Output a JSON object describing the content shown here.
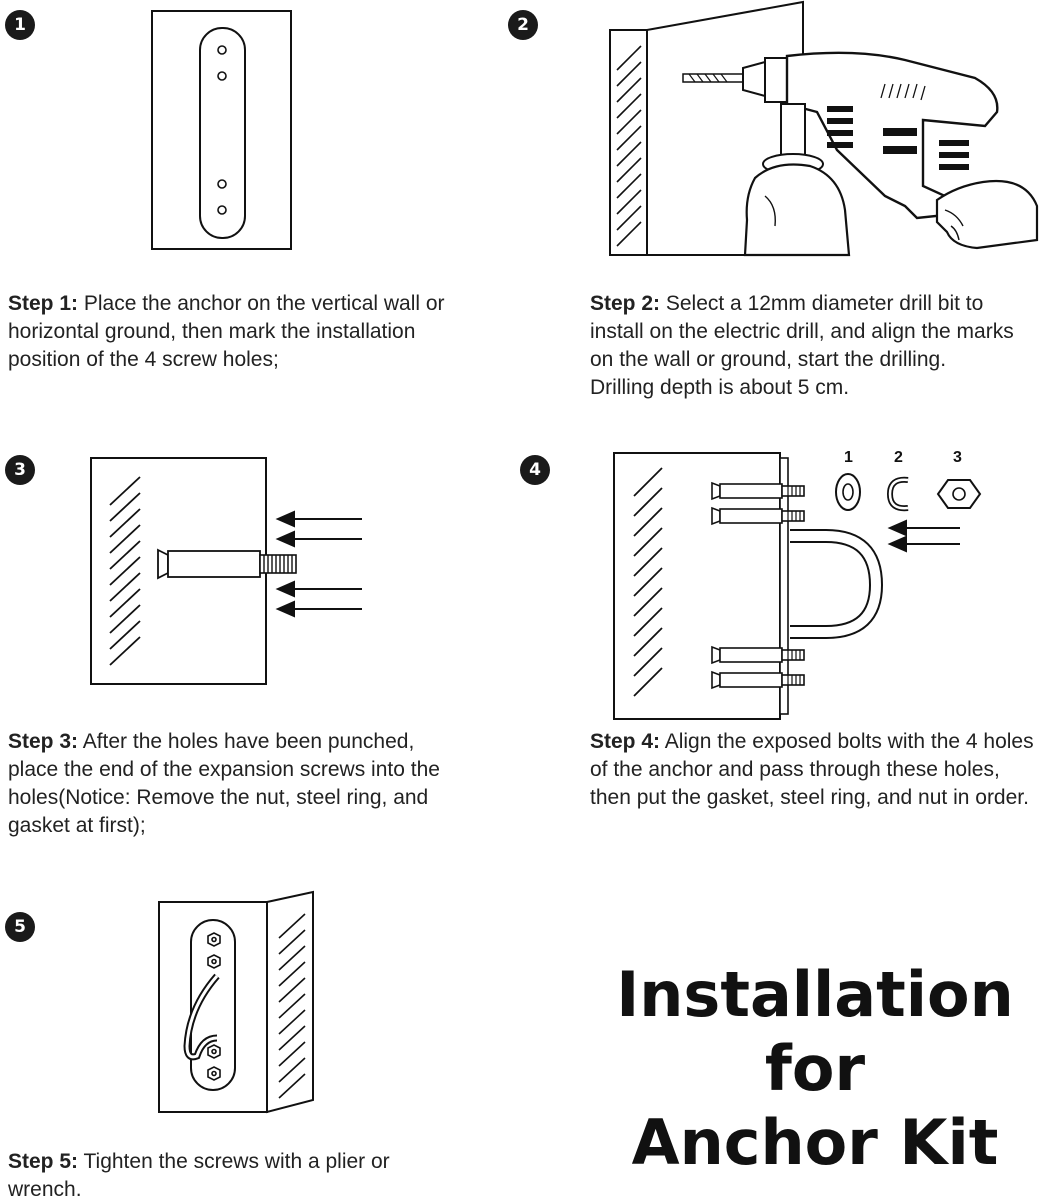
{
  "title": {
    "line1": "Installation for",
    "line2": "Anchor Kit"
  },
  "steps": [
    {
      "number": "1",
      "label": "Step 1:",
      "text": "Place the anchor on the vertical wall or horizontal ground, then mark the installation position of the 4 screw holes;"
    },
    {
      "number": "2",
      "label": "Step 2:",
      "text": "Select a 12mm diameter drill bit to install on the electric drill, and align the marks on the wall or ground, start the drilling.",
      "note": "Drilling depth is about 5 cm."
    },
    {
      "number": "3",
      "label": "Step 3:",
      "text": "After the holes have been punched, place the end of the expansion screws into the holes(Notice: Remove the nut, steel ring, and gasket at first);"
    },
    {
      "number": "4",
      "label": "Step 4:",
      "text": "Align the exposed bolts with the 4 holes of the anchor and pass through these holes, then put the gasket, steel ring, and nut in order.",
      "parts": [
        "1",
        "2",
        "3"
      ]
    },
    {
      "number": "5",
      "label": "Step 5:",
      "text": "Tighten the screws with a plier or wrench."
    }
  ]
}
